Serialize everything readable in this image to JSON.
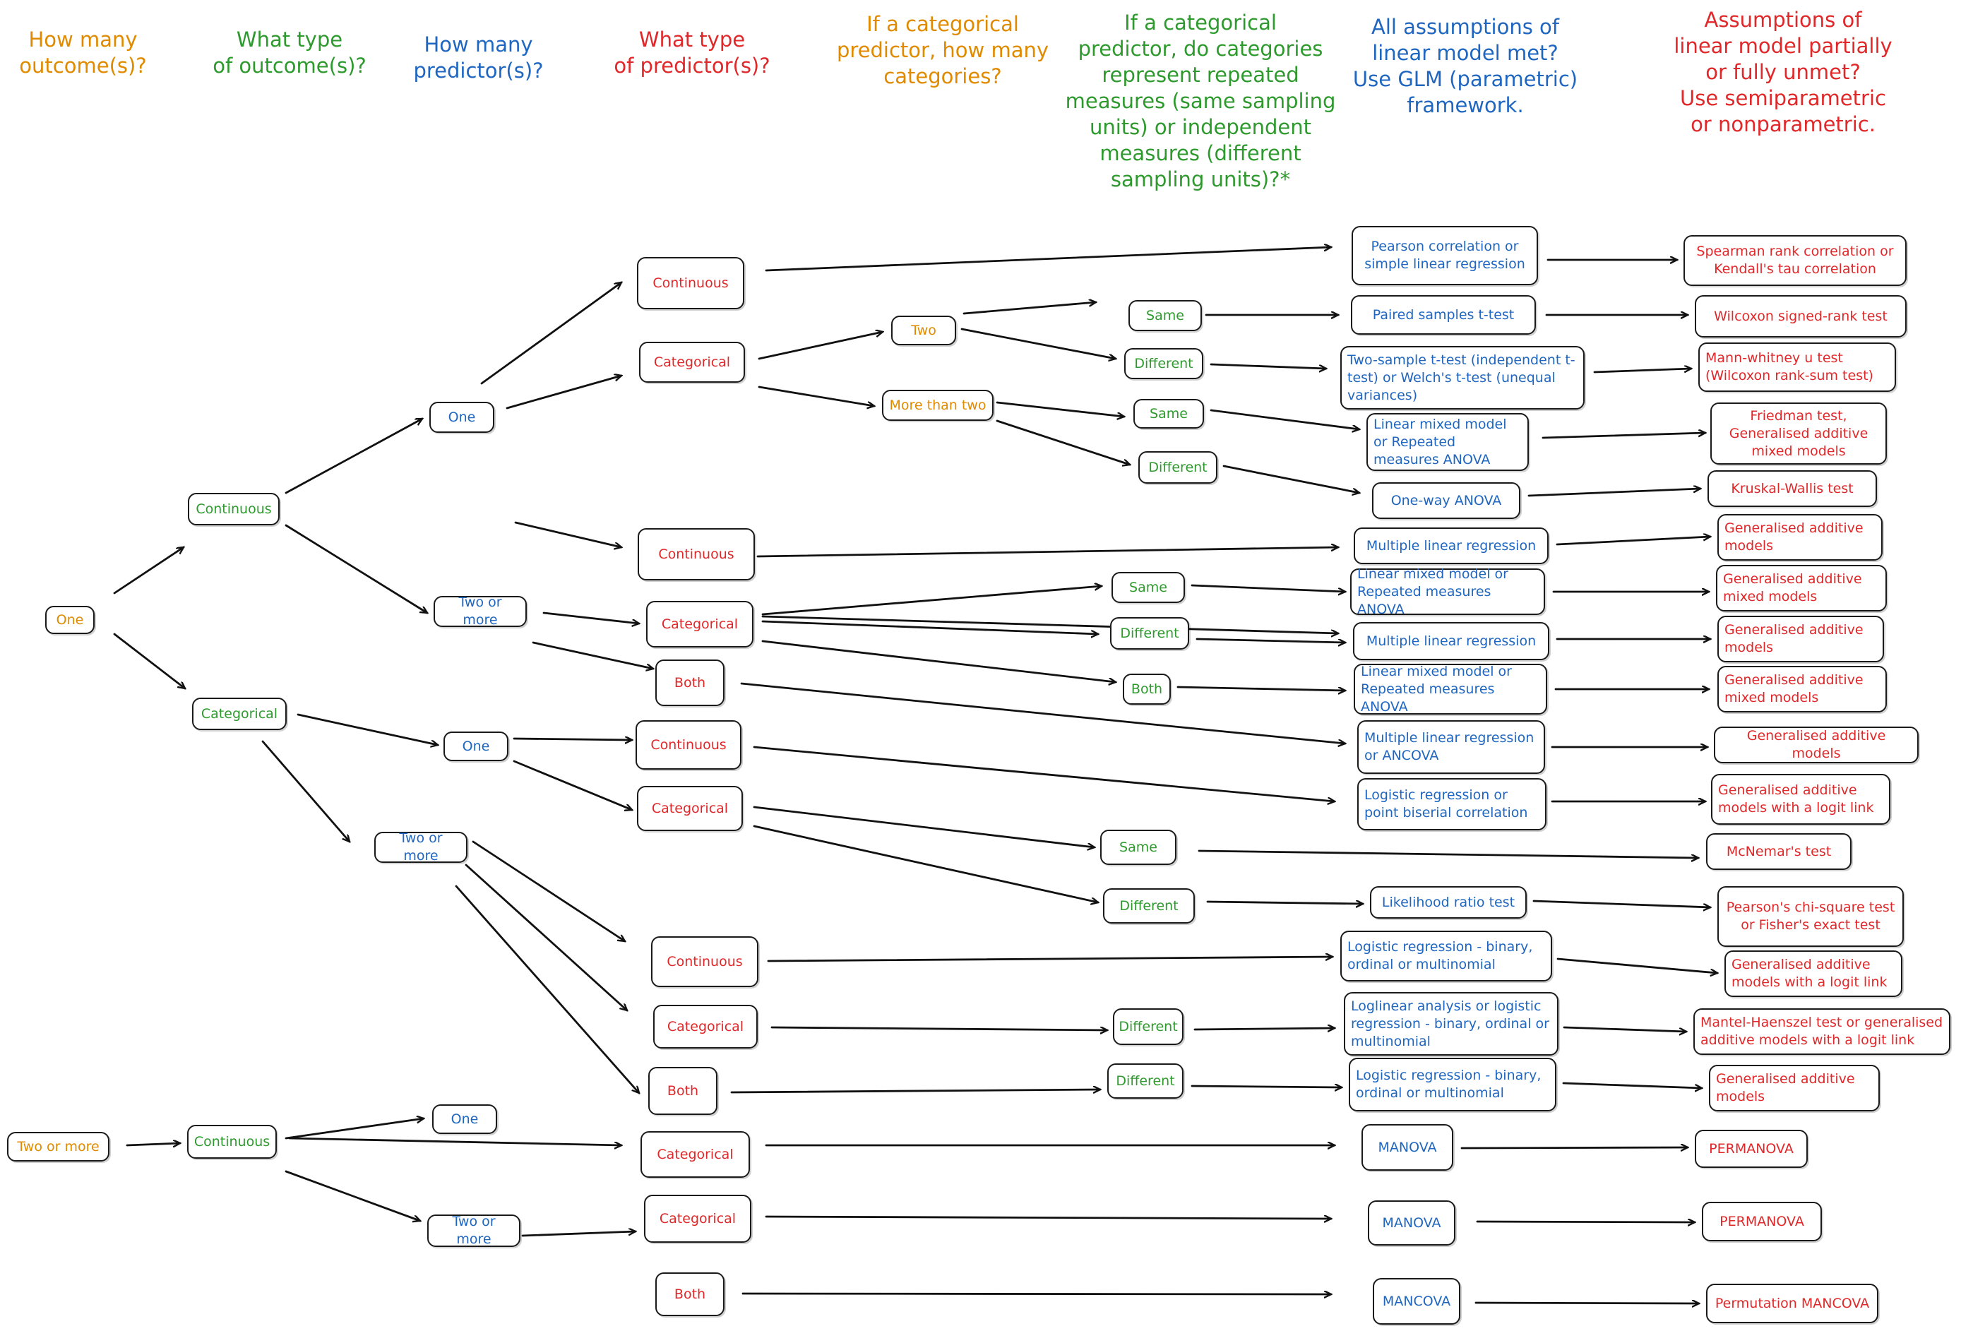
{
  "colors": {
    "orange": "#e08a00",
    "green": "#2e9a2e",
    "blue": "#1f66c0",
    "red": "#e0282a",
    "line": "#111111"
  },
  "headers": {
    "h1": "How many\noutcome(s)?",
    "h2": "What type\nof outcome(s)?",
    "h3": "How many\npredictor(s)?",
    "h4": "What type\nof predictor(s)?",
    "h5": "If a categorical\npredictor, how many\ncategories?",
    "h6": "If a categorical\npredictor, do categories\nrepresent repeated\nmeasures (same sampling\nunits) or independent\nmeasures (different\nsampling units)?*",
    "h7": "All assumptions of\nlinear model met?\nUse GLM (parametric)\nframework.",
    "h8": "Assumptions of\nlinear model partially\nor fully unmet?\nUse semiparametric\nor nonparametric."
  },
  "nodes": {
    "out_one": "One",
    "out_two": "Two or more",
    "type_cont_a": "Continuous",
    "type_cat": "Categorical",
    "type_cont_b": "Continuous",
    "np_one_a": "One",
    "np_two_a": "Two or more",
    "np_one_b": "One",
    "np_two_b": "Two or more",
    "np_one_c": "One",
    "np_two_c": "Two or more",
    "pt_cont_1": "Continuous",
    "pt_cat_1": "Categorical",
    "pt_cont_2": "Continuous",
    "pt_cat_2": "Categorical",
    "pt_both_2": "Both",
    "pt_cont_3": "Continuous",
    "pt_cat_3": "Categorical",
    "pt_cont_4": "Continuous",
    "pt_cat_4": "Categorical",
    "pt_both_4": "Both",
    "pt_cat_5": "Categorical",
    "pt_cat_6": "Categorical",
    "pt_both_6": "Both",
    "nc_two": "Two",
    "nc_more": "More than two",
    "sd_same_1": "Same",
    "sd_diff_1": "Different",
    "sd_same_2": "Same",
    "sd_diff_2": "Different",
    "sd_same_3": "Same",
    "sd_diff_3": "Different",
    "sd_both_3": "Both",
    "sd_same_4": "Same",
    "sd_diff_4": "Different",
    "sd_diff_5": "Different",
    "sd_diff_6": "Different",
    "glm_pearson": "Pearson correlation or\nsimple linear regression",
    "glm_paired": "Paired samples t-test",
    "glm_twosample": "Two-sample t-test\n(independent t-test) or\nWelch's t-test (unequal variances)",
    "glm_lmm1": "Linear mixed model or\nRepeated measures\nANOVA",
    "glm_oneway": "One-way ANOVA",
    "glm_mlr1": "Multiple linear regression",
    "glm_lmm2": "Linear mixed model or\nRepeated measures ANOVA",
    "glm_mlr2": "Multiple linear regression",
    "glm_lmm3": "Linear mixed model or\nRepeated measures ANOVA",
    "glm_ancova": "Multiple linear regression\nor ANCOVA",
    "glm_logistic1": "Logistic regression or\npoint biserial correlation",
    "glm_lrt": "Likelihood ratio test",
    "glm_logistic2": "Logistic regression -\nbinary, ordinal or multinomial",
    "glm_loglinear": "Loglinear analysis or logistic\nregression - binary, ordinal or\nmultinomial",
    "glm_logistic3": "Logistic regression -\nbinary, ordinal or multinomial",
    "glm_manova1": "MANOVA",
    "glm_manova2": "MANOVA",
    "glm_mancova": "MANCOVA",
    "np_spearman": "Spearman rank correlation or\nKendall's tau correlation",
    "np_wilcoxon": "Wilcoxon signed-rank test",
    "np_mannwhitney": "Mann-whitney u test\n(Wilcoxon rank-sum test)",
    "np_friedman": "Friedman test,\nGeneralised additive\nmixed models",
    "np_kruskal": "Kruskal-Wallis test",
    "np_gam1": "Generalised additive\nmodels",
    "np_gamm1": "Generalised additive\nmixed models",
    "np_gam2": "Generalised additive\nmodels",
    "np_gamm2": "Generalised additive\nmixed models",
    "np_gam3": "Generalised additive models",
    "np_gamlogit1": "Generalised additive\nmodels with a logit link",
    "np_mcnemar": "McNemar's test",
    "np_chisq": "Pearson's chi-square test\nor Fisher's exact test",
    "np_gamlogit2": "Generalised additive\nmodels with a logit link",
    "np_mantel": "Mantel-Haenszel test or generalised\nadditive models with a logit link",
    "np_gam4": "Generalised additive\nmodels",
    "np_permanova1": "PERMANOVA",
    "np_permanova2": "PERMANOVA",
    "np_permmancova": "Permutation MANCOVA"
  }
}
